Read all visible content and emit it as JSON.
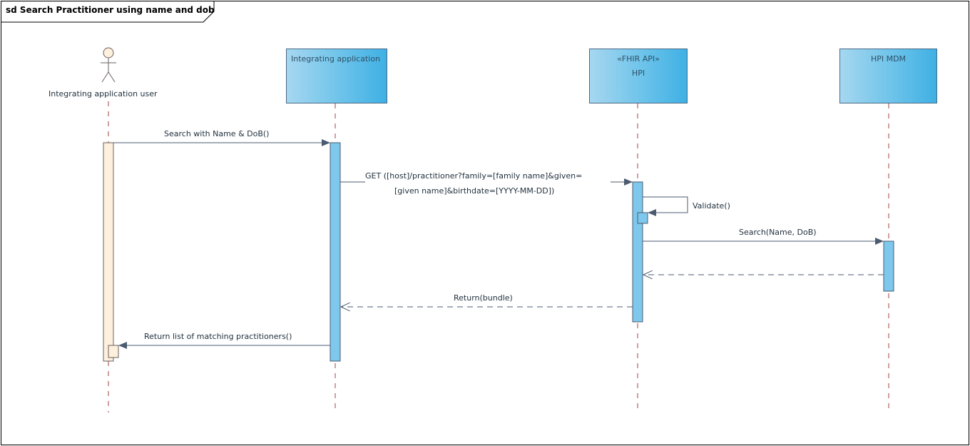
{
  "frame": {
    "title": "sd Search Practitioner using name and dob"
  },
  "actor": {
    "label": "Integrating application user"
  },
  "lifelines": {
    "app": {
      "label": "Integrating application"
    },
    "hpi": {
      "stereotype": "«FHIR API»",
      "label": "HPI"
    },
    "mdm": {
      "label": "HPI MDM"
    }
  },
  "messages": {
    "m1": "Search with Name & DoB()",
    "m2_line1": "GET ([host]/practitioner?family=[family name]&given=",
    "m2_line2": "[given name]&birthdate=[YYYY-MM-DD])",
    "m3": "Validate()",
    "m4": "Search(Name, DoB)",
    "m6": "Return(bundle)",
    "m7": "Return list of matching practitioners()"
  },
  "colors": {
    "lifeline_box": "#6cc3ea",
    "activation": "#7dc8ec",
    "actor_activation": "#fdf0dc",
    "arrow": "#4b5b70",
    "lifeline_dash": "#a04040"
  }
}
